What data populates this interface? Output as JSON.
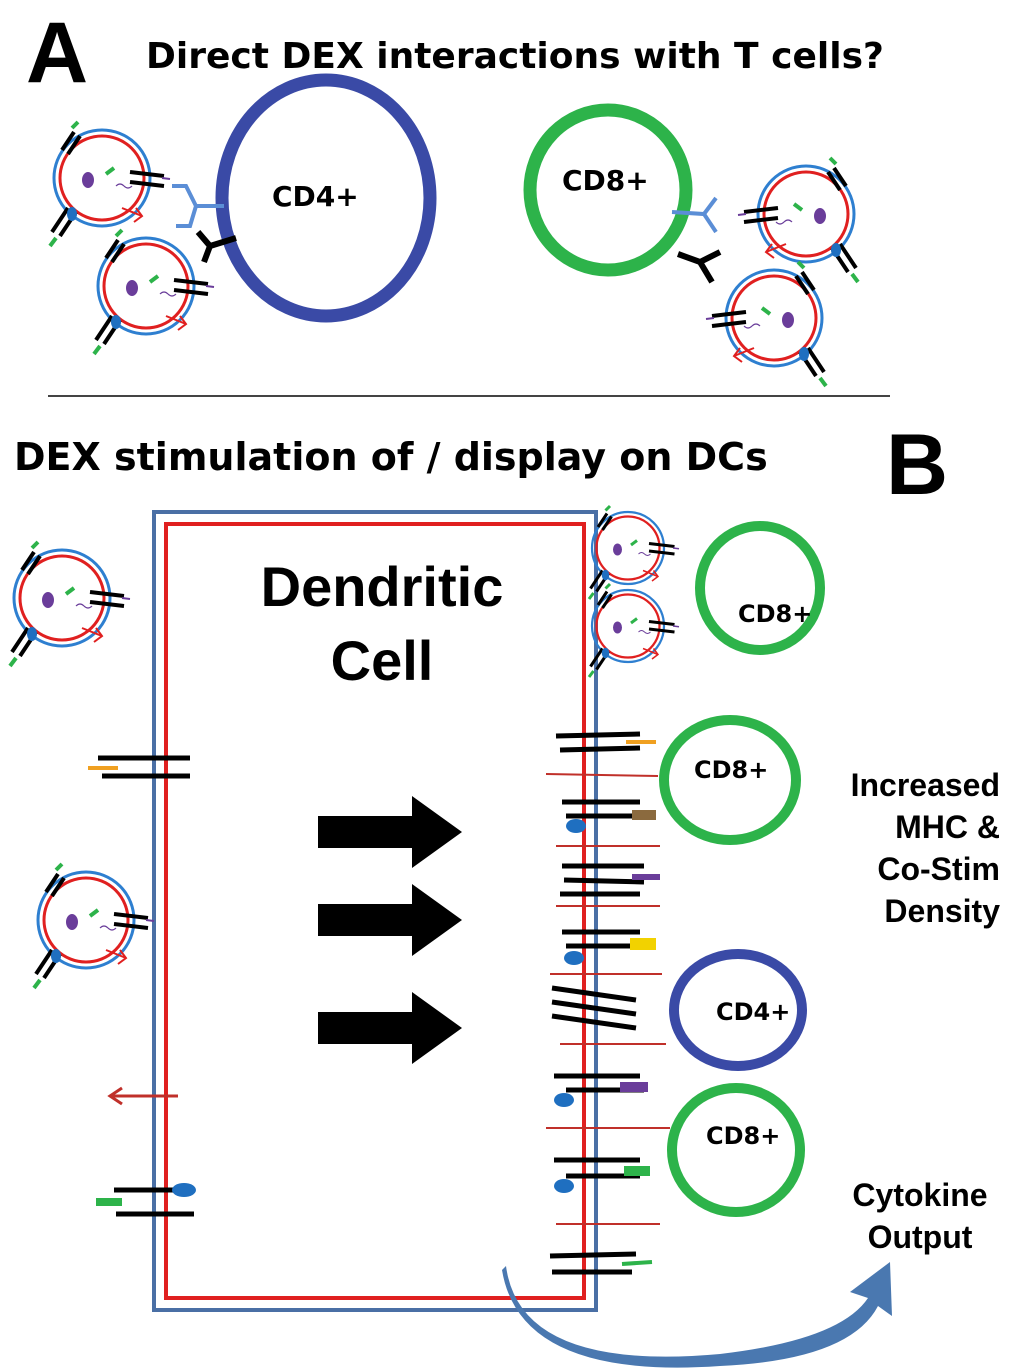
{
  "panel_a": {
    "letter": "A",
    "title": "Direct DEX interactions with T cells?",
    "cd4_label": "CD4+",
    "cd8_label": "CD8+"
  },
  "panel_b": {
    "letter": "B",
    "title": "DEX stimulation of / display on DCs",
    "dc_label_line1": "Dendritic",
    "dc_label_line2": "Cell",
    "t_cells": [
      "CD8+",
      "CD8+",
      "CD4+",
      "CD8+"
    ],
    "top_t_cell": "CD8+",
    "note_lines": [
      "Increased",
      "MHC &",
      "Co-Stim",
      "Density"
    ],
    "output_lines": [
      "Cytokine",
      "Output"
    ]
  },
  "colors": {
    "cd4": "#3a4aa6",
    "cd8": "#2db34a",
    "exosome_outer": "#2e7fd0",
    "exosome_inner": "#e02020",
    "dc_outer": "#4a6fa5",
    "dc_inner": "#e02020",
    "receptor": "#5b8ed6",
    "arrow_red": "#c0302a",
    "purple": "#6a3d9a",
    "green_tag": "#2db34a",
    "blue_tag": "#1f6fc0",
    "yellow": "#f2d200",
    "orange": "#f0a020",
    "brown": "#8b6a3e",
    "curve_arrow": "#4a78b0"
  }
}
